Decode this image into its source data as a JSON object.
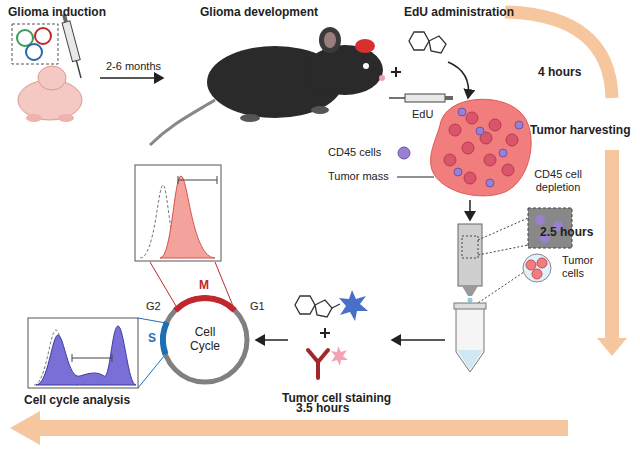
{
  "diagram": {
    "nodes": [
      {
        "text": [
          "Cell Cycle"
        ]
      }
    ],
    "labels": [
      "Glioma induction",
      "2-6 months",
      "Glioma development",
      "EdU administration",
      "4 hours",
      "EdU",
      "CD45 cells",
      "Tumor mass",
      "Tumor harvesting",
      "2.5 hours",
      "CD45 cell depletion",
      "Tumor cells",
      "Tumor cell staining",
      "Cell cycle analysis",
      "3.5 hours",
      "G2",
      "M",
      "G1",
      "S"
    ]
  }
}
